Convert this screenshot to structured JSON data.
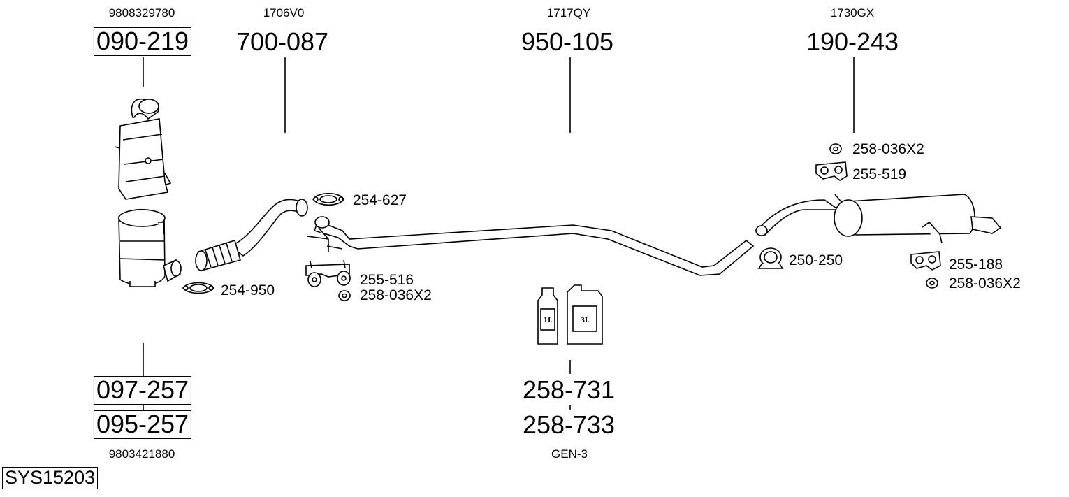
{
  "system_code": "SYS15203",
  "parts": {
    "cat_top": {
      "number": "090-219",
      "oem": "9808329780"
    },
    "cat_bottom": {
      "number_a": "097-257",
      "number_b": "095-257",
      "oem": "9803421880"
    },
    "front_pipe": {
      "number": "700-087",
      "oem": "1706V0"
    },
    "middle_pipe": {
      "number": "950-105",
      "oem": "1717QY"
    },
    "rear_silencer": {
      "number": "190-243",
      "oem": "1730GX"
    },
    "additive": {
      "number_a": "258-731",
      "number_b": "258-733",
      "note": "GEN-3",
      "can_small": "1L",
      "can_large": "3L"
    }
  },
  "accessories": {
    "clamp_front": "254-627",
    "clamp_cat": "254-950",
    "mount_front": "255-516",
    "nut_front": "258-036X2",
    "clamp_rear": "250-250",
    "nut_rear_top": "258-036X2",
    "mount_rear_top": "255-519",
    "mount_rear_bottom": "255-188",
    "nut_rear_bottom": "258-036X2"
  }
}
